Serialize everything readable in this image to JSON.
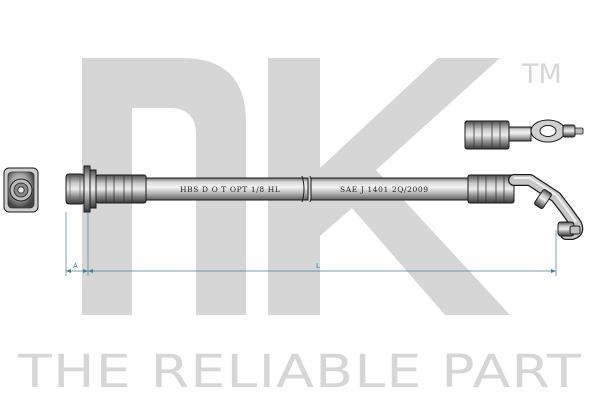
{
  "brand": {
    "logo": "nk",
    "trademark": "TM",
    "slogan": "THE RELIABLE PART",
    "watermark_color": "#d6d6d6"
  },
  "hose": {
    "marking_left": "HBS D O T OPT 1/8 HL",
    "marking_right": "SAE J 1401 2Q/2009"
  },
  "dimensions": {
    "label_a": "A",
    "label_l": "L",
    "line_color": "#3b7f9a"
  },
  "colors": {
    "outline": "#1a1a1a",
    "metal_light": "#e9e9e9",
    "metal_mid": "#9a9a9a",
    "metal_dark": "#555555"
  }
}
